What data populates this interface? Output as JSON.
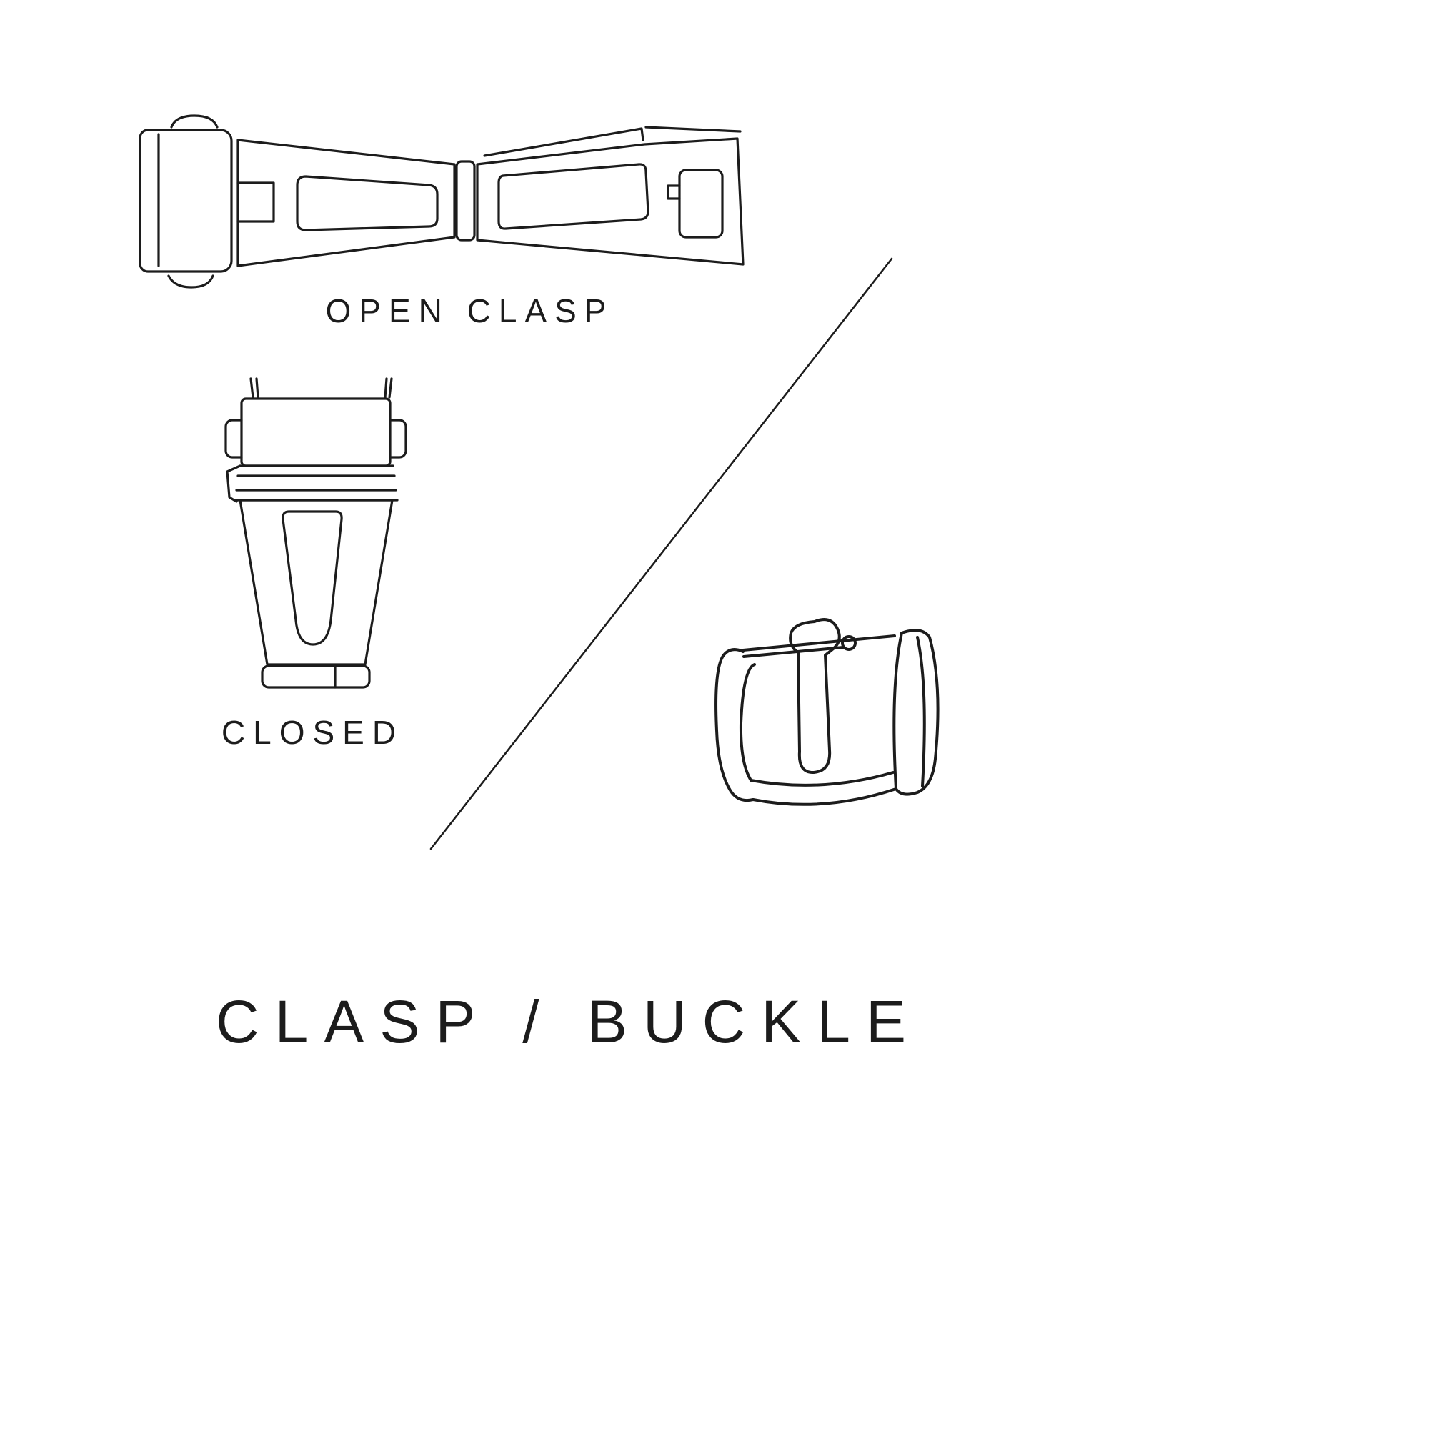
{
  "page": {
    "background_color": "#ffffff",
    "ink_color": "#1c1c1c"
  },
  "labels": {
    "open_clasp": "OPEN CLASP",
    "closed": "CLOSED",
    "title": "CLASP / BUCKLE"
  },
  "illustrations": [
    {
      "name": "open-clasp-illustration",
      "caption": "OPEN CLASP"
    },
    {
      "name": "closed-clasp-illustration",
      "caption": "CLOSED"
    },
    {
      "name": "pin-buckle-illustration",
      "caption": ""
    }
  ]
}
